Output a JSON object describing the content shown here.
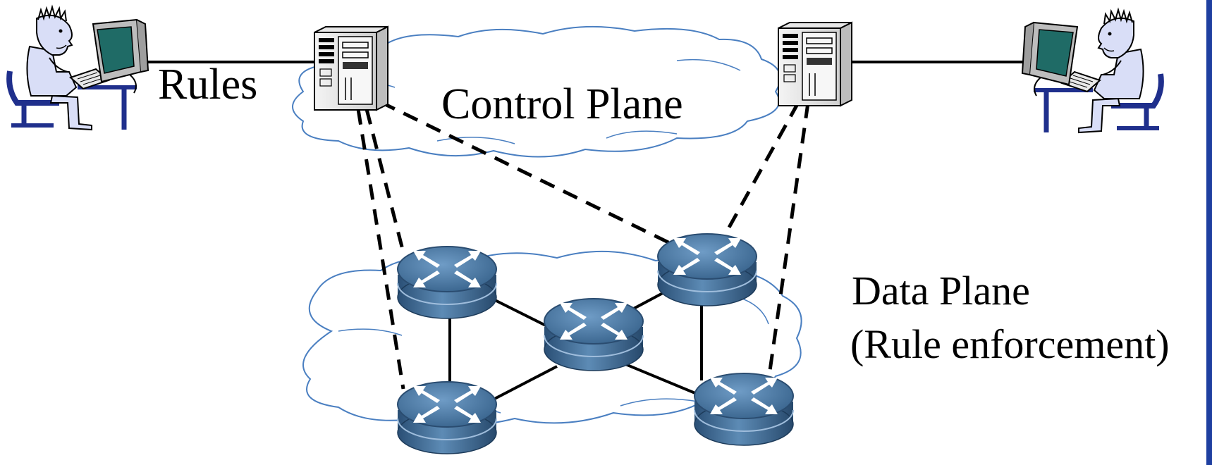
{
  "diagram": {
    "labels": {
      "rules": "Rules",
      "control_plane": "Control Plane",
      "data_plane_line1": "Data Plane",
      "data_plane_line2": "(Rule enforcement)"
    },
    "colors": {
      "cloud_stroke": "#4a7fc1",
      "router_top": "#4f7ea8",
      "router_body": "#2f5b84",
      "user_figure": "#d9def7",
      "chair": "#1f2f8c",
      "monitor_screen": "#1f6b66",
      "border": "#1f3fa0"
    },
    "nodes": {
      "left_user": "user-at-computer",
      "right_user": "user-at-computer",
      "left_controller": "server-tower",
      "right_controller": "server-tower",
      "routers": [
        "router-top-left",
        "router-top-right",
        "router-center",
        "router-bottom-left",
        "router-bottom-right"
      ]
    }
  }
}
